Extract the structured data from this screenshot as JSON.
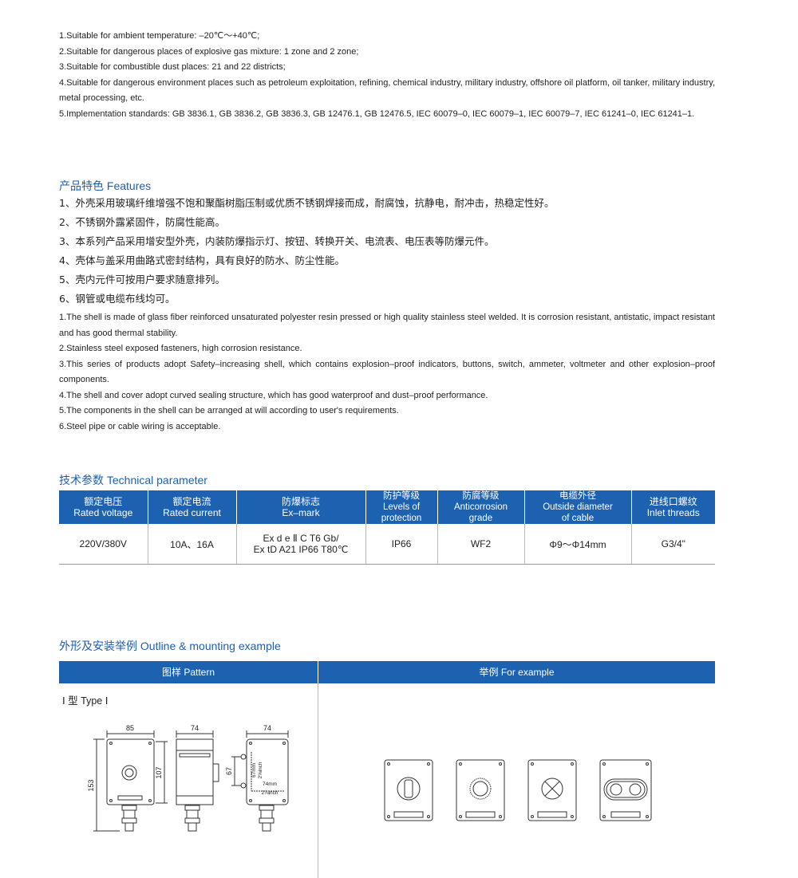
{
  "intro": [
    "1.Suitable for ambient temperature: –20℃～+40℃;",
    "2.Suitable for dangerous places of explosive gas mixture: 1 zone and 2 zone;",
    "3.Suitable for combustible dust places: 21 and 22 districts;",
    "4.Suitable for dangerous environment places such as petroleum exploitation, refining, chemical industry, military industry, offshore oil platform, oil tanker, military industry, metal processing, etc.",
    "5.Implementation standards: GB 3836.1, GB 3836.2, GB 3836.3, GB 12476.1, GB 12476.5, IEC 60079–0, IEC 60079–1, IEC 60079–7, IEC 61241–0, IEC 61241–1."
  ],
  "features": {
    "title": "产品特色 Features",
    "zh": [
      "1、外壳采用玻璃纤维增强不饱和聚酯树脂压制或优质不锈钢焊接而成，耐腐蚀，抗静电，耐冲击，热稳定性好。",
      "2、不锈钢外露紧固件，防腐性能高。",
      "3、本系列产品采用增安型外壳，内装防爆指示灯、按钮、转换开关、电流表、电压表等防爆元件。",
      "4、壳体与盖采用曲路式密封结构，具有良好的防水、防尘性能。",
      "5、壳内元件可按用户要求随意排列。",
      "6、钢管或电缆布线均可。"
    ],
    "en": [
      "1.The shell is made of glass fiber reinforced unsaturated polyester resin pressed or high quality stainless steel welded. It is corrosion resistant, antistatic, impact resistant and has good thermal stability.",
      "2.Stainless steel exposed fasteners, high corrosion resistance.",
      "3.This series of products adopt Safety–increasing shell, which contains explosion–proof indicators, buttons, switch, ammeter, voltmeter and other explosion–proof components.",
      "4.The shell and cover adopt curved sealing structure, which has good waterproof and dust–proof performance.",
      "5.The components in the shell can be arranged at will according to user's requirements.",
      "6.Steel pipe or cable wiring is acceptable."
    ]
  },
  "technical": {
    "title": "技术参数 Technical parameter",
    "headers": [
      [
        "额定电压",
        "Rated voltage"
      ],
      [
        "额定电流",
        "Rated current"
      ],
      [
        "防爆标志",
        "Ex–mark"
      ],
      [
        "防护等级",
        "Levels of",
        "protection"
      ],
      [
        "防腐等级",
        "Anticorrosion",
        "grade"
      ],
      [
        "电缆外径",
        "Outside diameter",
        "of cable"
      ],
      [
        "进线口螺纹",
        "Inlet threads"
      ]
    ],
    "row": [
      [
        "220V/380V"
      ],
      [
        "10A、16A"
      ],
      [
        "Ex d e  Ⅱ C T6 Gb/",
        "Ex tD A21 IP66 T80℃"
      ],
      [
        "IP66"
      ],
      [
        "WF2"
      ],
      [
        "Φ9～Φ14mm"
      ],
      [
        "G3/4\""
      ]
    ]
  },
  "outline": {
    "title": "外形及安装举例 Outline & mounting example",
    "pattern_label": "图样 Pattern",
    "example_label": "举例 For example",
    "type_label": "Ⅰ 型 Type  Ⅰ",
    "dims": {
      "front_width": "85",
      "side_width": "74",
      "back_width": "74",
      "height_total": "153",
      "height_body": "107",
      "height_inner": "67",
      "inner_a": "67mm",
      "inner_b": "2⅝inch",
      "inner_c": "74mm",
      "inner_d": "2⅞inch"
    }
  }
}
